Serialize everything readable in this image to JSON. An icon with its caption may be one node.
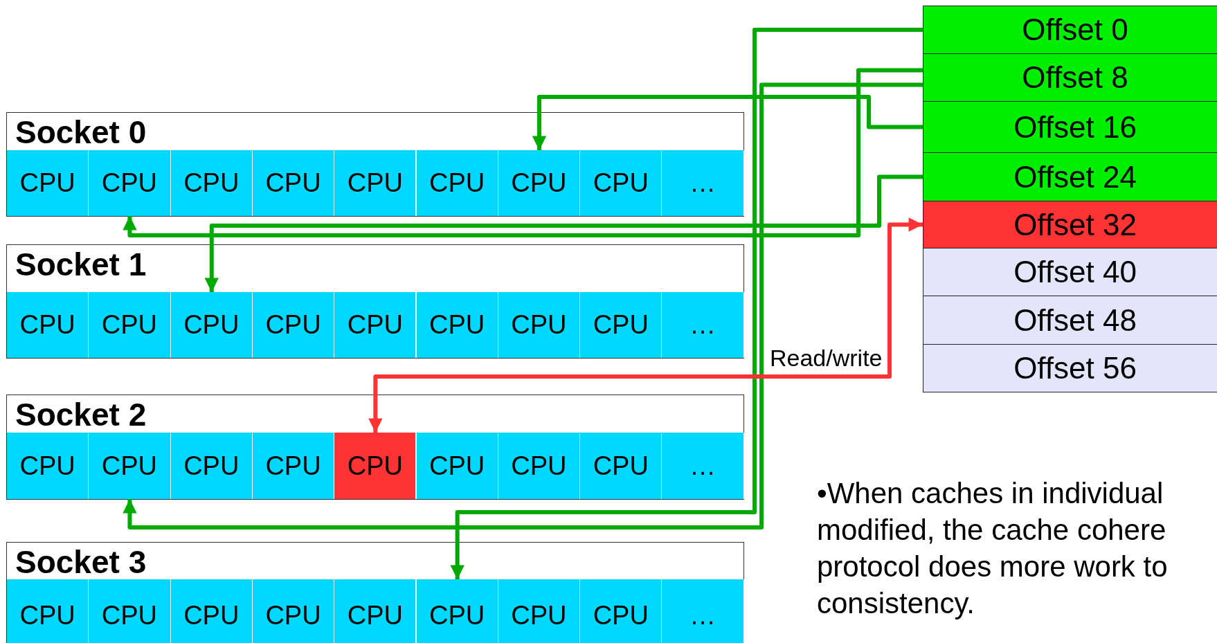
{
  "diagram": {
    "nodes": [
      {
        "text": [
          "Socket 0"
        ]
      },
      {
        "text": [
          "CPU"
        ],
        "in": 0
      },
      {
        "text": [
          "CPU"
        ],
        "in": 0
      },
      {
        "text": [
          "CPU"
        ],
        "in": 0
      },
      {
        "text": [
          "CPU"
        ],
        "in": 0
      },
      {
        "text": [
          "CPU"
        ],
        "in": 0
      },
      {
        "text": [
          "CPU"
        ],
        "in": 0
      },
      {
        "text": [
          "CPU"
        ],
        "in": 0
      },
      {
        "text": [
          "CPU"
        ],
        "in": 0
      },
      {
        "text": [
          "…"
        ],
        "in": 0
      },
      {
        "text": [
          "Socket 1"
        ]
      },
      {
        "text": [
          "CPU"
        ],
        "in": 10
      },
      {
        "text": [
          "CPU"
        ],
        "in": 10
      },
      {
        "text": [
          "CPU"
        ],
        "in": 10
      },
      {
        "text": [
          "CPU"
        ],
        "in": 10
      },
      {
        "text": [
          "CPU"
        ],
        "in": 10
      },
      {
        "text": [
          "CPU"
        ],
        "in": 10
      },
      {
        "text": [
          "CPU"
        ],
        "in": 10
      },
      {
        "text": [
          "CPU"
        ],
        "in": 10
      },
      {
        "text": [
          "…"
        ],
        "in": 10
      },
      {
        "text": [
          "Socket 2"
        ]
      },
      {
        "text": [
          "CPU"
        ],
        "in": 20
      },
      {
        "text": [
          "CPU"
        ],
        "in": 20
      },
      {
        "text": [
          "CPU"
        ],
        "in": 20
      },
      {
        "text": [
          "CPU"
        ],
        "in": 20
      },
      {
        "text": [
          "CPU"
        ],
        "in": 20
      },
      {
        "text": [
          "CPU"
        ],
        "in": 20
      },
      {
        "text": [
          "CPU"
        ],
        "in": 20
      },
      {
        "text": [
          "CPU"
        ],
        "in": 20
      },
      {
        "text": [
          "…"
        ],
        "in": 20
      },
      {
        "text": [
          "Socket 3"
        ]
      },
      {
        "text": [
          "CPU"
        ],
        "in": 30
      },
      {
        "text": [
          "CPU"
        ],
        "in": 30
      },
      {
        "text": [
          "CPU"
        ],
        "in": 30
      },
      {
        "text": [
          "CPU"
        ],
        "in": 30
      },
      {
        "text": [
          "CPU"
        ],
        "in": 30
      },
      {
        "text": [
          "CPU"
        ],
        "in": 30
      },
      {
        "text": [
          "CPU"
        ],
        "in": 30
      },
      {
        "text": [
          "CPU"
        ],
        "in": 30
      },
      {
        "text": [
          "…"
        ],
        "in": 30
      },
      {
        "text": [
          "Offset 0"
        ]
      },
      {
        "text": [
          "Offset 8"
        ]
      },
      {
        "text": [
          "Offset 16"
        ]
      },
      {
        "text": [
          "Offset 24"
        ]
      },
      {
        "text": [
          "Offset 32"
        ]
      },
      {
        "text": [
          "Offset 40"
        ]
      },
      {
        "text": [
          "Offset 48"
        ]
      },
      {
        "text": [
          "Offset 56"
        ]
      }
    ],
    "edges": [
      {
        "from": 40,
        "to": 36,
        "arrow": "to"
      },
      {
        "from": 41,
        "to": 2,
        "arrow": "to"
      },
      {
        "from": 41,
        "to": 22,
        "arrow": "to"
      },
      {
        "from": 42,
        "to": 7,
        "arrow": "to"
      },
      {
        "from": 43,
        "to": 13,
        "arrow": "to"
      },
      {
        "from": 44,
        "to": 25,
        "arrow": "both",
        "label": "Read/write",
        "color": "#ff3333"
      }
    ],
    "labels": [
      "•When caches in individual modified, the cache cohere protocol does more work to consistency."
    ]
  }
}
